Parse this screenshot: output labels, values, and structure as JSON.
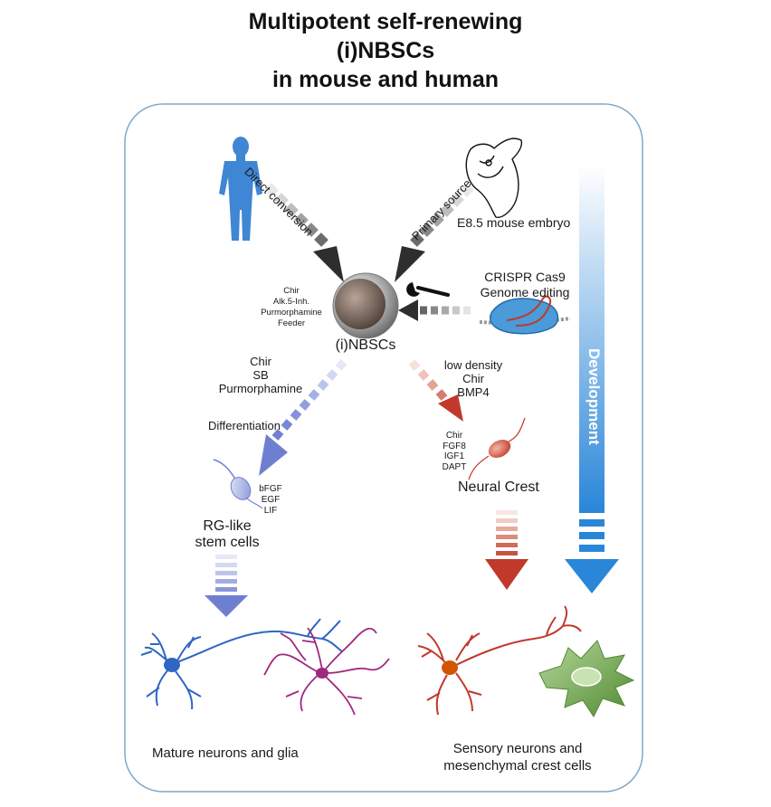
{
  "title": {
    "line1": "Multipotent self-renewing",
    "line2": "(i)NBSCs",
    "line3": "in mouse and human"
  },
  "inputs": {
    "direct_conversion": "Direct conversion",
    "primary_source": "Primary source",
    "embryo": "E8.5 mouse embryo",
    "crispr_line1": "CRISPR Cas9",
    "crispr_line2": "Genome editing"
  },
  "center": {
    "label": "(i)NBSCs",
    "factors": [
      "Chir",
      "Alk.5-Inh.",
      "Purmorphamine",
      "Feeder"
    ]
  },
  "left_branch": {
    "factors": [
      "Chir",
      "SB",
      "Purmorphamine"
    ],
    "differentiation": "Differentiation",
    "rg_factors": [
      "bFGF",
      "EGF",
      "LIF"
    ],
    "rg_label_line1": "RG-like",
    "rg_label_line2": "stem cells",
    "output": "Mature neurons and glia"
  },
  "right_branch": {
    "factors": [
      "low density",
      "Chir",
      "BMP4"
    ],
    "nc_factors": [
      "Chir",
      "FGF8",
      "IGF1",
      "DAPT"
    ],
    "nc_label": "Neural Crest",
    "output_line1": "Sensory neurons and",
    "output_line2": "mesenchymal crest cells"
  },
  "development": "Development",
  "colors": {
    "frame": "#7fa9c9",
    "human": "#3f86d4",
    "rg_blue": "#6f7fd0",
    "red": "#c0392b",
    "magenta": "#a0287f",
    "green": "#5e9a3c",
    "dev_blue": "#2a86d8"
  }
}
